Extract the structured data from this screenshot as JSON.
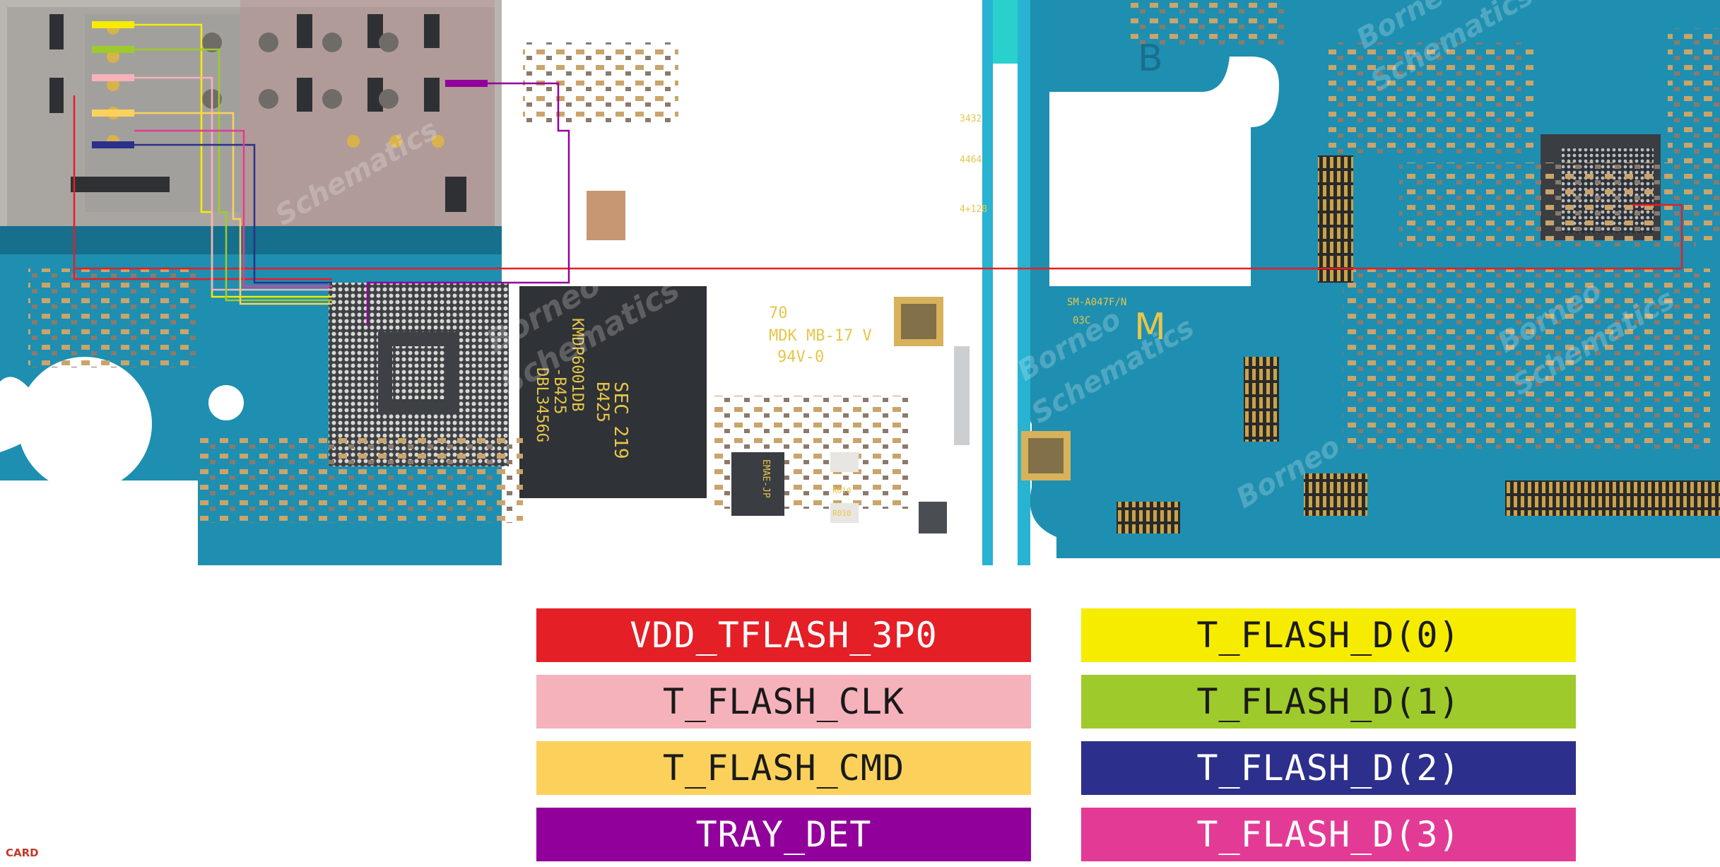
{
  "board": {
    "colors": {
      "pcb": "#1e8fb0",
      "pcb_dark": "#166f8c",
      "metal": "#b9b6b2",
      "chip": "#3a3e42",
      "silkscreen": "#e7c64a"
    },
    "watermark": [
      "Borneo",
      "Schematics"
    ],
    "silkscreen": {
      "text_lines": [
        "70",
        "MDK MB-17 V",
        "94V-0"
      ],
      "chip_text": [
        "SEC 219",
        "B425",
        "KMDP6001DB",
        "-B425",
        "DBL3456G"
      ],
      "model": [
        "SM-A047F/N",
        "03C"
      ],
      "letters": [
        "B",
        "M"
      ],
      "component_labels": [
        "R010",
        "R010"
      ],
      "small_ic_label": "EMAE-JP",
      "side_labels": [
        "3432",
        "4464",
        "4+128"
      ]
    }
  },
  "legend": [
    {
      "label": "VDD_TFLASH_3P0",
      "color": "#e41f26",
      "text_color": "#ffffff"
    },
    {
      "label": "T_FLASH_D(0)",
      "color": "#f6ec00",
      "text_color": "#1a1a1a"
    },
    {
      "label": "T_FLASH_CLK",
      "color": "#f5b2bb",
      "text_color": "#1a1a1a"
    },
    {
      "label": "T_FLASH_D(1)",
      "color": "#9ecb2b",
      "text_color": "#1a1a1a"
    },
    {
      "label": "T_FLASH_CMD",
      "color": "#fbd15b",
      "text_color": "#1a1a1a"
    },
    {
      "label": "T_FLASH_D(2)",
      "color": "#2c2f8b",
      "text_color": "#ffffff"
    },
    {
      "label": "TRAY_DET",
      "color": "#92009b",
      "text_color": "#ffffff"
    },
    {
      "label": "T_FLASH_D(3)",
      "color": "#e33b95",
      "text_color": "#ffffff"
    }
  ],
  "page_label": {
    "text": "CARD",
    "color": "#c0392b"
  }
}
